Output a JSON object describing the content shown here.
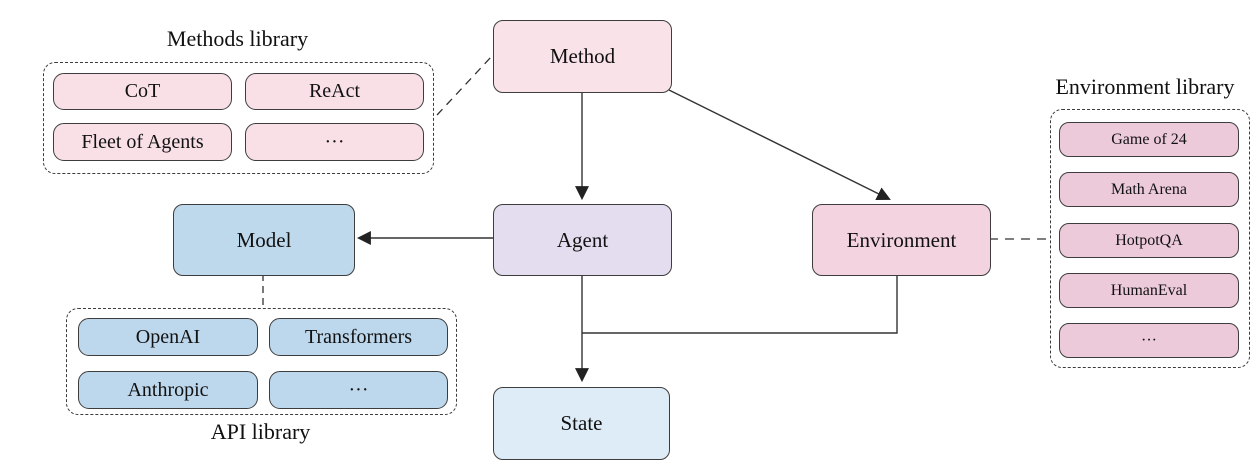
{
  "diagram": {
    "nodes": {
      "method": {
        "label": "Method"
      },
      "agent": {
        "label": "Agent"
      },
      "model": {
        "label": "Model"
      },
      "environment": {
        "label": "Environment"
      },
      "state": {
        "label": "State"
      }
    },
    "groups": {
      "methods_library": {
        "title": "Methods library",
        "items": [
          "CoT",
          "ReAct",
          "Fleet of Agents",
          "···"
        ]
      },
      "api_library": {
        "title": "API library",
        "items": [
          "OpenAI",
          "Transformers",
          "Anthropic",
          "···"
        ]
      },
      "environment_library": {
        "title": "Environment library",
        "items": [
          "Game of 24",
          "Math Arena",
          "HotpotQA",
          "HumanEval",
          "···"
        ]
      }
    },
    "colors": {
      "method_fill": "#f9e2e8",
      "methods_pill_fill": "#f9e0e7",
      "agent_fill": "#e4dcef",
      "model_fill": "#bed8ec",
      "api_pill_fill": "#bdd7ec",
      "environment_fill": "#f3d3e0",
      "env_pill_fill": "#eccada",
      "state_fill": "#ddecf7",
      "line": "#333333",
      "border": "#3d3d3d"
    }
  }
}
